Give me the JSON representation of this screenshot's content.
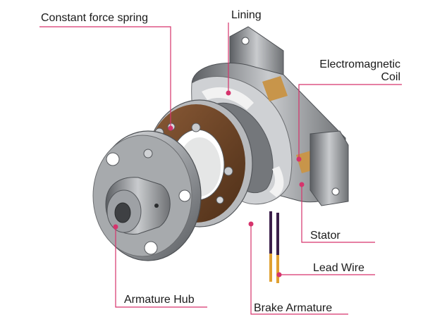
{
  "labels": {
    "spring": "Constant force spring",
    "lining": "Lining",
    "coil_line1": "Electromagnetic",
    "coil_line2": "Coil",
    "stator": "Stator",
    "lead_wire": "Lead Wire",
    "hub": "Armature Hub",
    "armature": "Brake Armature"
  },
  "colors": {
    "leader": "#d6336c",
    "text": "#1a1a1a",
    "metal_dark": "#6b6d70",
    "metal_light": "#d9dadc",
    "lining": "#6b4226",
    "coil": "#c8954a",
    "wire_dark": "#3b1f4a",
    "wire_tip": "#e0a030"
  }
}
